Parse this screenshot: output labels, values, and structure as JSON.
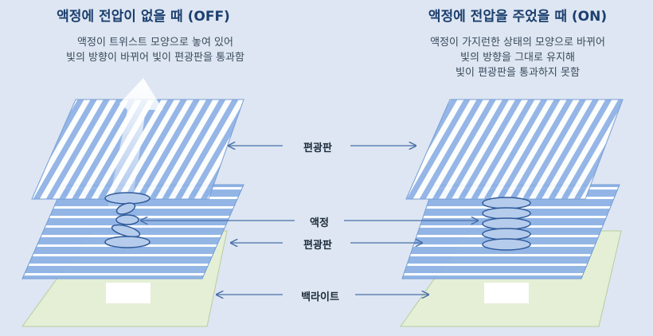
{
  "left": {
    "title": "액정에 전압이 없을 때 (OFF)",
    "desc": [
      "액정이 트위스트 모양으로 놓여 있어",
      "빛의 방향이 바뀌어 빛이 편광판을 통과함"
    ]
  },
  "right": {
    "title": "액정에 전압을 주었을 때 (ON)",
    "desc": [
      "액정이 가지런한 상태의 모양으로 바뀌어",
      "빛의 방향을 그대로 유지해",
      "빛이 편광판을 통과하지 못함"
    ]
  },
  "labels": {
    "top_polarizer": "편광판",
    "liquid_crystal": "액정",
    "bottom_polarizer": "편광판",
    "backlight": "백라이트"
  },
  "colors": {
    "background": "#dde6f2",
    "polarizer": "#8fb3e6",
    "polarizer_border": "#6f98d6",
    "backlight": "#e4efd6",
    "title": "#1c3f6e",
    "arrow": "#4a6fa8"
  }
}
